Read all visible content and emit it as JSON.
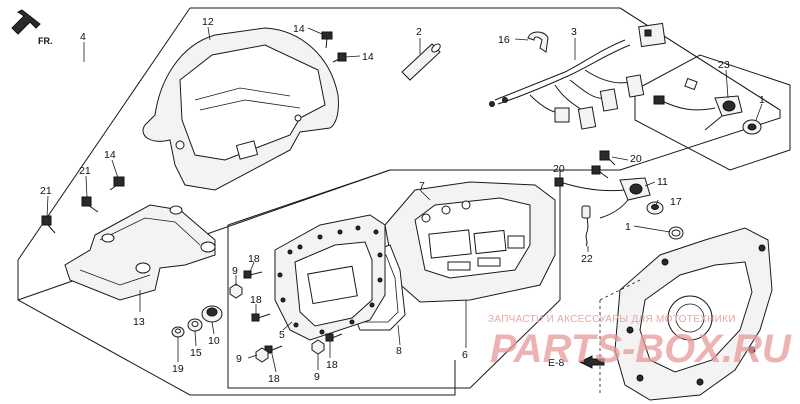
{
  "direction_label": "FR.",
  "reference_label": "E-8",
  "watermark": {
    "caption": "ЗАПЧАСТИ И АКСЕССУАРЫ ДЛЯ МОТОТЕХНИКИ",
    "logo": "PARTS-BOX.RU"
  },
  "callouts": [
    "1",
    "1",
    "2",
    "3",
    "4",
    "5",
    "6",
    "7",
    "8",
    "9",
    "9",
    "9",
    "10",
    "11",
    "12",
    "13",
    "14",
    "14",
    "14",
    "15",
    "16",
    "17",
    "18",
    "18",
    "18",
    "18",
    "19",
    "20",
    "20",
    "21",
    "21",
    "22",
    "23"
  ]
}
